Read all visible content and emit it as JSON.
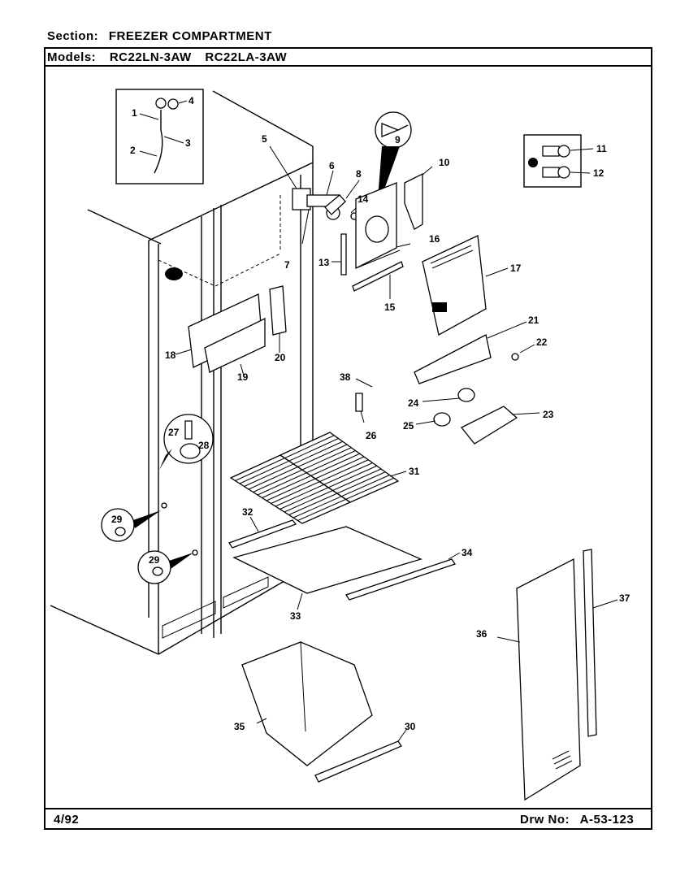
{
  "header": {
    "section_label": "Section:",
    "section_value": "FREEZER COMPARTMENT",
    "models_label": "Models:",
    "models": [
      "RC22LN-3AW",
      "RC22LA-3AW"
    ]
  },
  "footer": {
    "date": "4/92",
    "drawing_label": "Drw No:",
    "drawing_number": "A-53-123"
  },
  "callouts": {
    "c1": "1",
    "c2": "2",
    "c3": "3",
    "c4": "4",
    "c5": "5",
    "c6": "6",
    "c7": "7",
    "c8": "8",
    "c9": "9",
    "c10": "10",
    "c11": "11",
    "c12": "12",
    "c13": "13",
    "c14": "14",
    "c15": "15",
    "c16": "16",
    "c17": "17",
    "c18": "18",
    "c19": "19",
    "c20": "20",
    "c21": "21",
    "c22": "22",
    "c23": "23",
    "c24": "24",
    "c25": "25",
    "c26": "26",
    "c27": "27",
    "c28": "28",
    "c29a": "29",
    "c29b": "29",
    "c30": "30",
    "c31": "31",
    "c32": "32",
    "c33": "33",
    "c34": "34",
    "c35": "35",
    "c36": "36",
    "c37": "37",
    "c38": "38"
  }
}
